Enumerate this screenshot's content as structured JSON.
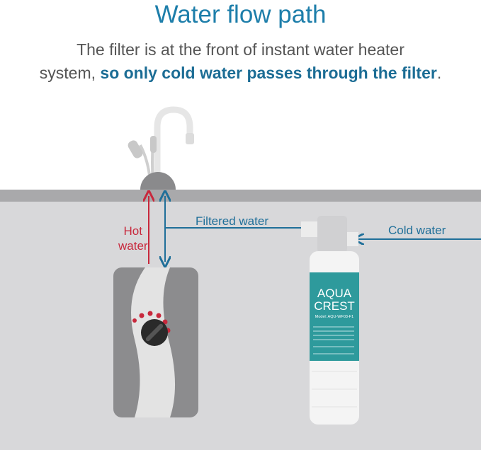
{
  "title": "Water flow path",
  "subtitle": {
    "line1": "The filter is at the front of instant water heater",
    "line2_plain": "system, ",
    "line2_bold": "so only cold water passes through the filter",
    "line2_end": "."
  },
  "labels": {
    "hot_line1": "Hot",
    "hot_line2": "water",
    "filtered": "Filtered water",
    "cold": "Cold water"
  },
  "filter": {
    "brand_line1": "AQUA",
    "brand_line2": "CREST",
    "model": "Model: AQU-WF03-F1"
  },
  "colors": {
    "title": "#1d7eaa",
    "hot_arrow": "#c8283c",
    "water_arrow": "#1f6f99",
    "filter_label": "#2e9a9c"
  }
}
